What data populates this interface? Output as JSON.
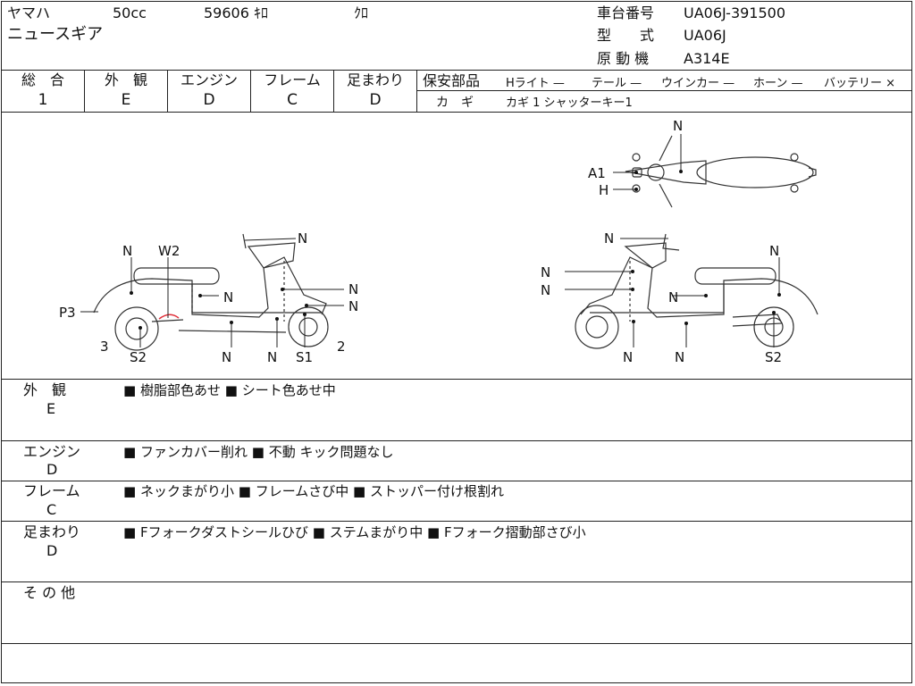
{
  "header": {
    "maker": "ヤマハ",
    "cc": "50cc",
    "mileage": "59606 ｷﾛ",
    "color": "ｸﾛ",
    "model_name": "ニュースギア",
    "frame_no_label": "車台番号",
    "frame_no": "UA06J-391500",
    "type_label": "型　　式",
    "type": "UA06J",
    "engine_label": "原 動 機",
    "engine": "A314E"
  },
  "grades": [
    {
      "label": "総　合",
      "value": "1"
    },
    {
      "label": "外　観",
      "value": "E"
    },
    {
      "label": "エンジン",
      "value": "D"
    },
    {
      "label": "フレーム",
      "value": "C"
    },
    {
      "label": "足まわり",
      "value": "D"
    }
  ],
  "safety": {
    "label": "保安部品",
    "items": [
      {
        "name": "Hライト",
        "mark": "—"
      },
      {
        "name": "テール",
        "mark": "—"
      },
      {
        "name": "ウインカー",
        "mark": "—"
      },
      {
        "name": "ホーン",
        "mark": "—"
      },
      {
        "name": "バッテリー",
        "mark": "×"
      }
    ],
    "key_label": "カ　ギ",
    "key_value": "カギ 1  シャッターキー1"
  },
  "diagram": {
    "top": [
      "N",
      "A1",
      "H"
    ],
    "left": [
      "N",
      "W2",
      "N",
      "N",
      "N",
      "P3",
      "3",
      "S2",
      "N",
      "N",
      "S1",
      "2"
    ],
    "right": [
      "N",
      "N",
      "N",
      "N",
      "N",
      "N",
      "N",
      "S2"
    ]
  },
  "sections": [
    {
      "title": "外　観",
      "grade": "E",
      "notes": [
        "樹脂部色あせ",
        "シート色あせ中"
      ]
    },
    {
      "title": "エンジン",
      "grade": "D",
      "notes": [
        "ファンカバー削れ",
        "不動  キック問題なし"
      ]
    },
    {
      "title": "フレーム",
      "grade": "C",
      "notes": [
        "ネックまがり小",
        "フレームさび中",
        "ストッパー付け根割れ"
      ]
    },
    {
      "title": "足まわり",
      "grade": "D",
      "notes": [
        "Fフォークダストシールひび",
        "ステムまがり中",
        "Fフォーク摺動部さび小"
      ]
    },
    {
      "title": "そ の 他",
      "grade": "",
      "notes": []
    }
  ]
}
